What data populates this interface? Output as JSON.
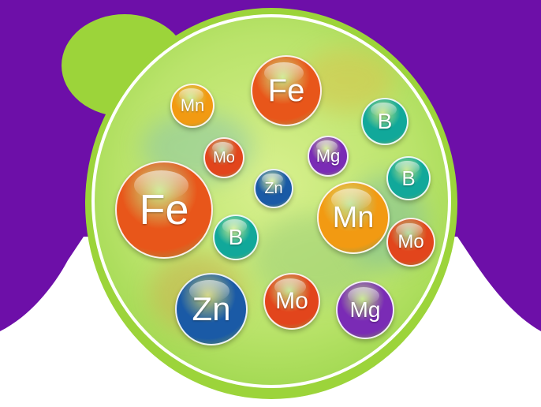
{
  "colors": {
    "background_top": "#6d0fa8",
    "background_bottom": "#ffffff",
    "dish_rim": "#9cd43a",
    "dish_inner": "#b9e36a",
    "fe": "#e8561a",
    "mn": "#f29a12",
    "mo": "#e2451c",
    "b": "#11a89a",
    "mg": "#7a2bb5",
    "zn": "#1a5aa6"
  },
  "elements": [
    {
      "symbol": "Fe",
      "kind": "fe"
    },
    {
      "symbol": "Mn",
      "kind": "mn"
    },
    {
      "symbol": "B",
      "kind": "b"
    },
    {
      "symbol": "Mo",
      "kind": "mo"
    },
    {
      "symbol": "Mg",
      "kind": "mg"
    },
    {
      "symbol": "B",
      "kind": "b"
    },
    {
      "symbol": "Zn",
      "kind": "zn"
    },
    {
      "symbol": "Fe",
      "kind": "fe"
    },
    {
      "symbol": "Mn",
      "kind": "mn"
    },
    {
      "symbol": "B",
      "kind": "b"
    },
    {
      "symbol": "Mo",
      "kind": "mo"
    },
    {
      "symbol": "Zn",
      "kind": "zn"
    },
    {
      "symbol": "Mo",
      "kind": "mo"
    },
    {
      "symbol": "Mg",
      "kind": "mg"
    }
  ]
}
